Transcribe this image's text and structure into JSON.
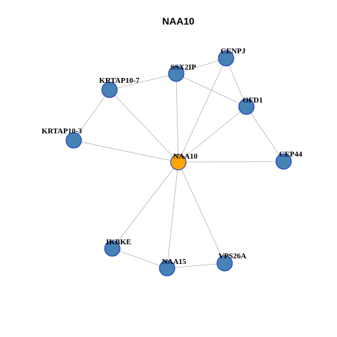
{
  "title": "NAA10",
  "colors": {
    "hub_fill": "#FFA500",
    "node_fill": "#4682B4",
    "node_border": "#1A33CC",
    "edge": "#B3B3B3"
  },
  "nodes": [
    {
      "id": "NAA10",
      "label": "NAA10",
      "hub": true
    },
    {
      "id": "CENPJ",
      "label": "CENPJ"
    },
    {
      "id": "SSX2IP",
      "label": "SSX2IP"
    },
    {
      "id": "KRTAP10-7",
      "label": "KRTAP10-7"
    },
    {
      "id": "OFD1",
      "label": "OFD1"
    },
    {
      "id": "KRTAP10-3",
      "label": "KRTAP10-3"
    },
    {
      "id": "CEP44",
      "label": "CEP44"
    },
    {
      "id": "IKBKE",
      "label": "IKBKE"
    },
    {
      "id": "NAA15",
      "label": "NAA15"
    },
    {
      "id": "VPS26A",
      "label": "VPS26A"
    }
  ],
  "edges": [
    [
      "NAA10",
      "CENPJ"
    ],
    [
      "NAA10",
      "SSX2IP"
    ],
    [
      "NAA10",
      "KRTAP10-7"
    ],
    [
      "NAA10",
      "OFD1"
    ],
    [
      "NAA10",
      "KRTAP10-3"
    ],
    [
      "NAA10",
      "CEP44"
    ],
    [
      "NAA10",
      "IKBKE"
    ],
    [
      "NAA10",
      "NAA15"
    ],
    [
      "NAA10",
      "VPS26A"
    ],
    [
      "CENPJ",
      "SSX2IP"
    ],
    [
      "CENPJ",
      "OFD1"
    ],
    [
      "SSX2IP",
      "KRTAP10-7"
    ],
    [
      "SSX2IP",
      "OFD1"
    ],
    [
      "OFD1",
      "CEP44"
    ],
    [
      "KRTAP10-7",
      "KRTAP10-3"
    ],
    [
      "IKBKE",
      "NAA15"
    ],
    [
      "NAA15",
      "VPS26A"
    ]
  ]
}
